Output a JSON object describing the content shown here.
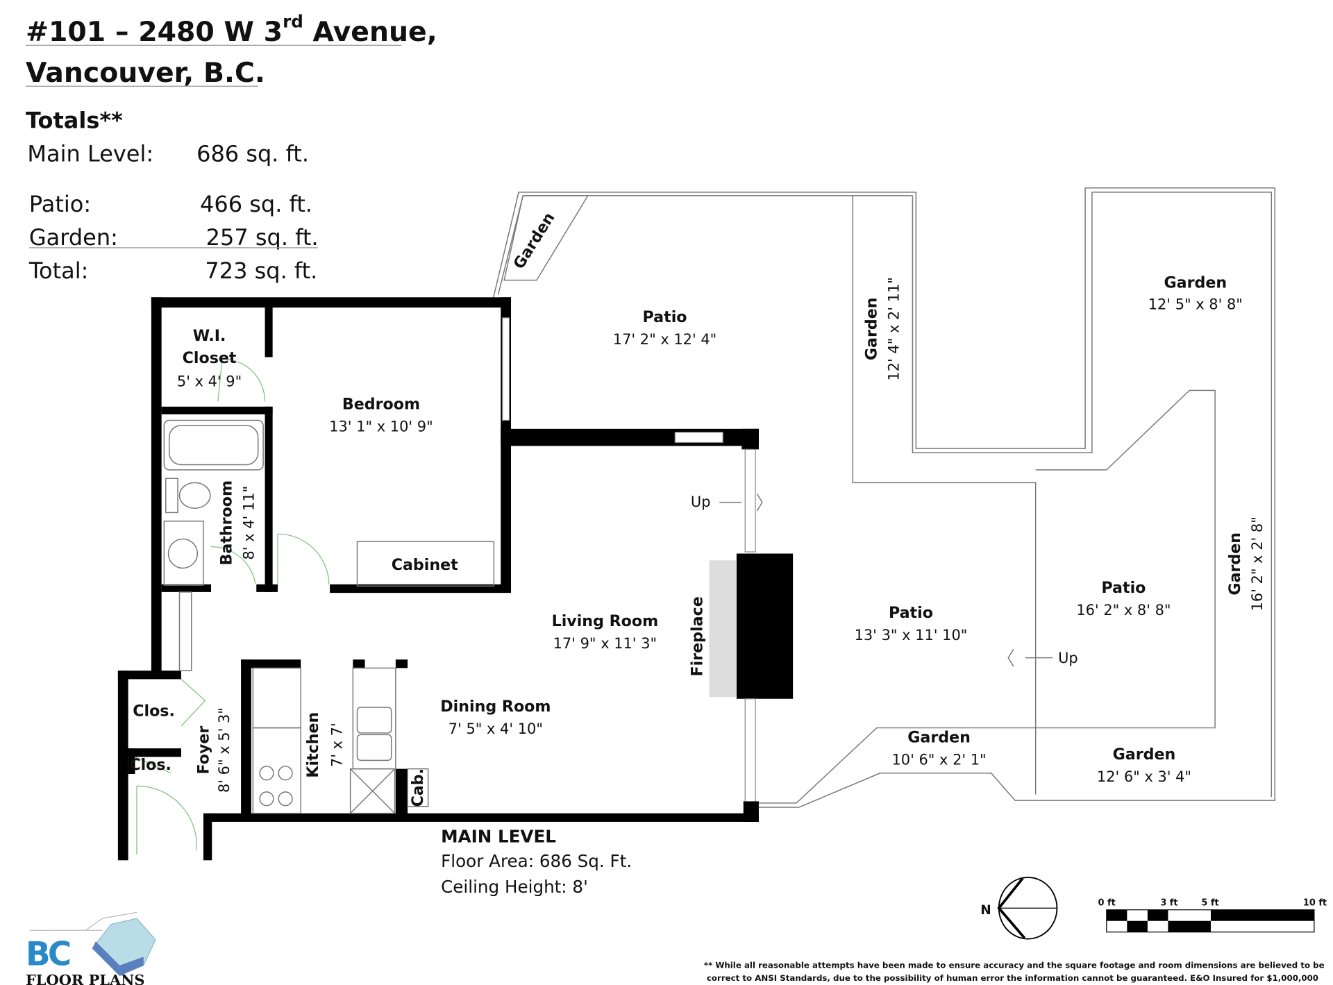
{
  "header": {
    "address_line1_a": "#101 – 2480 W 3",
    "address_line1_sup": "rd",
    "address_line1_b": " Avenue,",
    "address_line2": "Vancouver, B.C."
  },
  "totals": {
    "heading": "Totals**",
    "rows": [
      {
        "label": "Main Level:",
        "value": "686 sq. ft."
      },
      {
        "label": "Patio:",
        "value": "466 sq. ft."
      },
      {
        "label": "Garden:",
        "value": "257 sq. ft."
      },
      {
        "label": "Total:",
        "value": "723 sq. ft."
      }
    ]
  },
  "rooms": {
    "garden_diag": {
      "name": "Garden"
    },
    "patio_top": {
      "name": "Patio",
      "dim": "17' 2\" x 12' 4\""
    },
    "garden_vert": {
      "name": "Garden",
      "dim": "12' 4\" x 2' 11\""
    },
    "garden_tr": {
      "name": "Garden",
      "dim": "12' 5\" x 8' 8\""
    },
    "wi_closet": {
      "name1": "W.I.",
      "name2": "Closet",
      "dim": "5' x 4' 9\""
    },
    "bedroom": {
      "name": "Bedroom",
      "dim": "13' 1\" x 10' 9\""
    },
    "bathroom": {
      "name": "Bathroom",
      "dim": "8' x 4' 11\""
    },
    "cabinet": {
      "name": "Cabinet"
    },
    "up1": "Up",
    "living": {
      "name": "Living Room",
      "dim": "17' 9\" x 11' 3\""
    },
    "fireplace": {
      "name": "Fireplace"
    },
    "patio_mid": {
      "name": "Patio",
      "dim": "13' 3\" x 11' 10\""
    },
    "patio_right": {
      "name": "Patio",
      "dim": "16' 2\" x 8' 8\""
    },
    "garden_right": {
      "name": "Garden",
      "dim": "16' 2\" x 2' 8\""
    },
    "up2": "Up",
    "clos1": "Clos.",
    "clos2": "Clos.",
    "foyer": {
      "name": "Foyer",
      "dim": "8' 6\" x 5' 3\""
    },
    "kitchen": {
      "name": "Kitchen",
      "dim": "7' x 7'"
    },
    "cab": "Cab.",
    "dining": {
      "name": "Dining Room",
      "dim": "7' 5\" x 4' 10\""
    },
    "garden_bm": {
      "name": "Garden",
      "dim": "10' 6\" x 2' 1\""
    },
    "garden_br": {
      "name": "Garden",
      "dim": "12' 6\" x 3' 4\""
    }
  },
  "level": {
    "title": "MAIN LEVEL",
    "floor_area": "Floor Area: 686 Sq. Ft.",
    "ceiling": "Ceiling Height: 8'"
  },
  "compass": {
    "label": "N"
  },
  "scale": {
    "ticks": [
      "0 ft",
      "3 ft",
      "5 ft",
      "10 ft"
    ]
  },
  "disclaimer": {
    "line1": "** While all reasonable attempts have been made to ensure accuracy and the square footage and room dimensions are believed to be",
    "line2": "correct to ANSI Standards, due to the possibility of human error the information cannot be guaranteed. E&O Insured for $1,000,000"
  },
  "logo": {
    "mark": "BC",
    "text": "FLOOR PLANS",
    "color": "#2a8ac8"
  }
}
